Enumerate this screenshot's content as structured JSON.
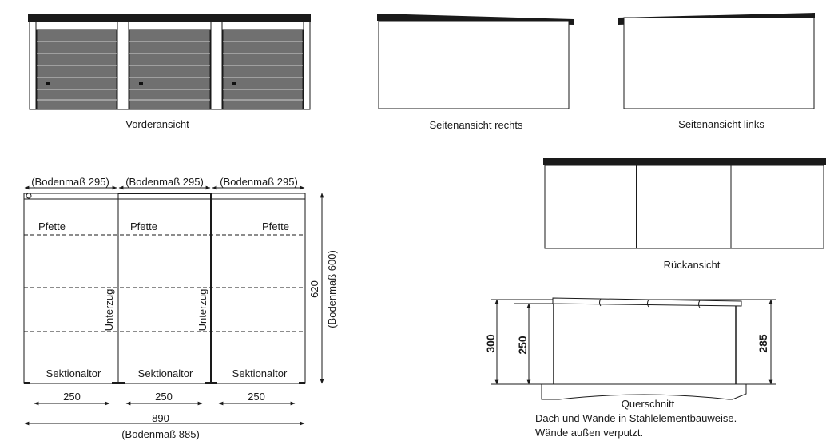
{
  "views": {
    "front": "Vorderansicht",
    "side_right": "Seitenansicht rechts",
    "side_left": "Seitenansicht links",
    "rear": "Rückansicht",
    "section": "Querschnitt"
  },
  "plan": {
    "floor_labels": [
      "(Bodenmaß 295)",
      "(Bodenmaß 295)",
      "(Bodenmaß 295)"
    ],
    "purlin_labels": [
      "Pfette",
      "Pfette",
      "Pfette"
    ],
    "beam_labels": [
      "Unterzug",
      "Unterzug"
    ],
    "door_labels": [
      "Sektionaltor",
      "Sektionaltor",
      "Sektionaltor"
    ],
    "door_widths": [
      "250",
      "250",
      "250"
    ],
    "total_width": "890",
    "total_floor": "(Bodenmaß 885)",
    "depth": "620",
    "depth_floor": "(Bodenmaß 600)"
  },
  "section": {
    "height_total": "300",
    "height_inner": "250",
    "height_rear": "285"
  },
  "notes": {
    "line1": "Dach und Wände in Stahlelementbauweise.",
    "line2": "Wände außen verputzt."
  }
}
